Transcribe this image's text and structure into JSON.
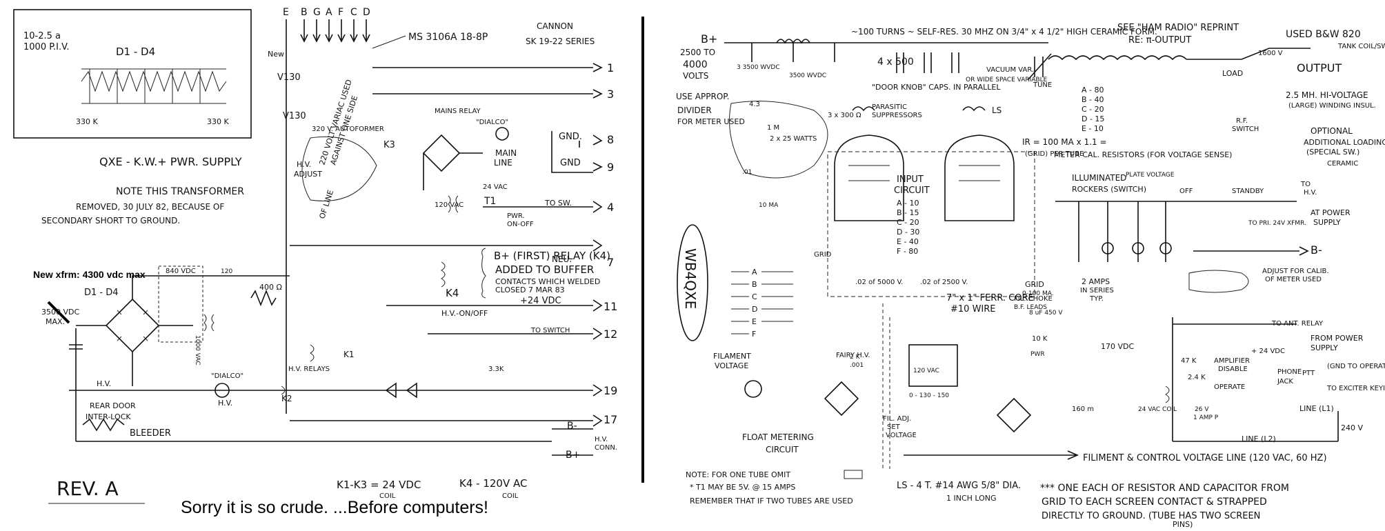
{
  "left_schematic": {
    "header_notes": [
      "10-2.5 a",
      "1000 P.I.V."
    ],
    "rectifier_box_label": "D1 - D4",
    "rectifier_box_resistors": [
      "330 K",
      "330 K"
    ],
    "top_terminals": [
      "E",
      "B",
      "G",
      "A",
      "F",
      "C",
      "D"
    ],
    "relay_part": "MS 3106A 18-8P",
    "connector_note": [
      "CANNON",
      "SK 19-22 SERIES"
    ],
    "varistors": [
      "V130",
      "V130"
    ],
    "new_label": "New",
    "supply_title": "QXE - K.W.+ PWR. SUPPLY",
    "transformer_notes": [
      "NOTE THIS TRANSFORMER",
      "REMOVED, 30 JULY 82, BECAUSE OF",
      "SECONDARY SHORT TO GROUND."
    ],
    "new_xfmr": "New xfrm: 4300 vdc max",
    "bridge_label": "D1 - D4",
    "bridge_voltage": [
      "3500 VDC",
      "MAX."
    ],
    "hv_adjust": [
      "H.V.",
      "ADJUST"
    ],
    "variac_note": [
      "220 VOLT VARIAC USED",
      "AGAINST ONE SIDE",
      "OF LINE"
    ],
    "autoformer": "320 V. AUTOFORMER",
    "mains_relay": "MAINS RELAY",
    "dialco": "\"DIALCO\"",
    "mains_line": [
      "MAIN",
      "LINE"
    ],
    "t1_voltages": [
      "24 VAC",
      "120 VAC"
    ],
    "t1": "T1",
    "pwr_on_off": [
      "PWR.",
      "ON-OFF"
    ],
    "to_sw": "TO SW.",
    "gnd_labels": [
      "GND.",
      "GND"
    ],
    "neu": "NEU.",
    "relay_note": [
      "B+ (FIRST) RELAY (K4)",
      "ADDED TO BUFFER",
      "CONTACTS WHICH WELDED",
      "CLOSED  7 MAR 83"
    ],
    "k4": "K4",
    "plus_24": "+24 VDC",
    "hv_onoff": "H.V.-ON/OFF",
    "to_switch": "TO SWITCH",
    "hv_relays": "H.V. RELAYS",
    "k1": "K1",
    "k2": "K2",
    "k3": "K3",
    "dialco_hv": [
      "\"DIALCO\"",
      "H.V."
    ],
    "resistors": [
      "400 Ω",
      "3.3K",
      "840 VDC",
      "1000 VAC",
      "120"
    ],
    "hv_label": "H.V.",
    "rear_door": [
      "REAR DOOR",
      "INTER-LOCK"
    ],
    "bleeder": "BLEEDER",
    "b_minus": "B-",
    "b_plus": "B+",
    "hv_conn": [
      "H.V.",
      "CONN."
    ],
    "pin_numbers": [
      "1",
      "3",
      "8",
      "9",
      "4",
      "7",
      "11",
      "12",
      "19",
      "17"
    ],
    "rev": "REV. A",
    "coil_notes": [
      "K1-K3 = 24 VDC",
      "COIL",
      "K4 - 120V AC",
      "COIL"
    ]
  },
  "caption": "Sorry it is so crude.  ...Before computers!",
  "right_schematic": {
    "callsign": "WB4QXE",
    "bplus_in": [
      "B+",
      "2500 TO",
      "4000",
      "VOLTS"
    ],
    "use_approp_divider": [
      "USE APPROP.",
      "DIVIDER",
      "FOR METER USED"
    ],
    "turns_note": "~100 TURNS ~ SELF-RES. 30 MHZ ON 3/4\" x 4 1/2\" HIGH CERAMIC FORM.",
    "doorknob": [
      "4 x 500",
      "\"DOOR KNOB\" CAPS. IN PARALLEL"
    ],
    "vacuum_var": [
      "VACUUM VAR.",
      "OR WIDE SPACE VARIABLE"
    ],
    "tune": "TUNE",
    "ham_radio": [
      "SEE \"HAM RADIO\" REPRINT",
      "RE: π-OUTPUT"
    ],
    "tank_coil": [
      "USED B&W 820",
      "TANK COIL/SWITCH"
    ],
    "output": "OUTPUT",
    "band_table": [
      "A - 80",
      "B - 40",
      "C - 20",
      "D - 15",
      "E - 10"
    ],
    "load": "LOAD",
    "rf_switch": [
      "R.F.",
      "SWITCH"
    ],
    "hv_choke": [
      "2.5 MH. HI-VOLTAGE",
      "(LARGE) WINDING INSUL."
    ],
    "optional_load": [
      "OPTIONAL",
      "ADDITIONAL LOADING",
      "(SPECIAL SW.)",
      "CERAMIC"
    ],
    "parasitic": [
      "PARASITIC",
      "SUPPRESSORS"
    ],
    "ls": "LS",
    "ir_note": [
      "IR = 100 MA x 1.1 = ",
      "(GRID) PER TUBE"
    ],
    "meter_cal": "METER CAL. RESISTORS (FOR VOLTAGE SENSE)",
    "input_circuit": [
      "INPUT",
      "CIRCUIT",
      "A - 10",
      "B - 15",
      "C - 20",
      "D - 30",
      "E - 40",
      "F - 80"
    ],
    "illuminated": [
      "ILLUMINATED",
      "ROCKERS (SWITCH)"
    ],
    "plate_voltage": "PLATE VOLTAGE",
    "off": "OFF",
    "standby": "STANDBY",
    "to_hv": [
      "TO",
      "H.V."
    ],
    "at_power_supply": [
      "AT POWER",
      "SUPPLY"
    ],
    "to_pwr_xfmr": "TO PRI. 24V XFMR.",
    "b_minus": "B-",
    "adjust_cal": [
      "ADJUST FOR CALIB.",
      "OF METER USED"
    ],
    "grid": "GRID",
    "grid_ma": [
      "GRID",
      "0-100 MA."
    ],
    "fil_choke": [
      "FIL. CHOKE",
      "B.F. LEADS"
    ],
    "fil_wire": [
      "7\" x 1\" FERR. CORE",
      "#10 WIRE"
    ],
    "two_amps": [
      "2 AMPS",
      "IN SERIES",
      "TYP."
    ],
    "caps": [
      ".02 of 5000 V.",
      ".02 of 2500 V."
    ],
    "abcdef": [
      "A",
      "B",
      "C",
      "D",
      "E",
      "F"
    ],
    "filament_voltage": [
      "FILAMENT",
      "VOLTAGE"
    ],
    "fairy_hv": "FAIRY H.V.",
    "t1_taps": [
      "120 VAC",
      "0 - 130 - 150"
    ],
    "fil_adj": [
      "FIL. ADJ.",
      "SET",
      "VOLTAGE"
    ],
    "float_metering": [
      "FLOAT METERING",
      "CIRCUIT"
    ],
    "pwr_10k": [
      "10 K",
      "PWR"
    ],
    "v170": "170 VDC",
    "to_ant_relay": "TO ANT. RELAY",
    "from_power_supply": [
      "FROM POWER",
      "SUPPLY"
    ],
    "plus_24": "+ 24 VDC",
    "amplifier_disable": [
      "AMPLIFIER",
      "DISABLE"
    ],
    "operate": "OPERATE",
    "phone_jack": [
      "PHONE",
      "JACK"
    ],
    "ptt": "PTT",
    "exciter_keying": [
      "(GND TO OPERATE)",
      "TO EXCITER KEYING"
    ],
    "relay_values": [
      "47 K",
      "2.4 K",
      "26 V",
      "1 AMP P",
      "24 VAC COIL"
    ],
    "line_labels": [
      "LINE (L1)",
      "LINE (L2)",
      "240 V"
    ],
    "fil_ctl_line": "FILIMENT & CONTROL VOLTAGE LINE (120 VAC, 60 HZ)",
    "notes": [
      "NOTE: FOR ONE TUBE OMIT",
      "* T1 MAY BE 5V. @ 15 AMPS",
      "REMEMBER THAT IF TWO TUBES ARE USED"
    ],
    "ls_winding": [
      "LS - 4 T. #14 AWG 5/8\" DIA.",
      "1 INCH LONG"
    ],
    "star_note": [
      "*** ONE EACH OF RESISTOR AND CAPACITOR FROM",
      "GRID TO EACH SCREEN CONTACT & STRAPPED",
      "DIRECTLY TO GROUND. (TUBE HAS TWO SCREEN",
      "PINS)"
    ],
    "component_values": [
      "3 3500 WVDC",
      "3500 WVDC",
      "3 x 300 Ω",
      "4.3",
      "1 M",
      "2 x 25 WATTS",
      "10 MA",
      ".01",
      "2 K",
      ".001",
      "8 uF 450 V",
      "160 m",
      "1600 V"
    ]
  }
}
